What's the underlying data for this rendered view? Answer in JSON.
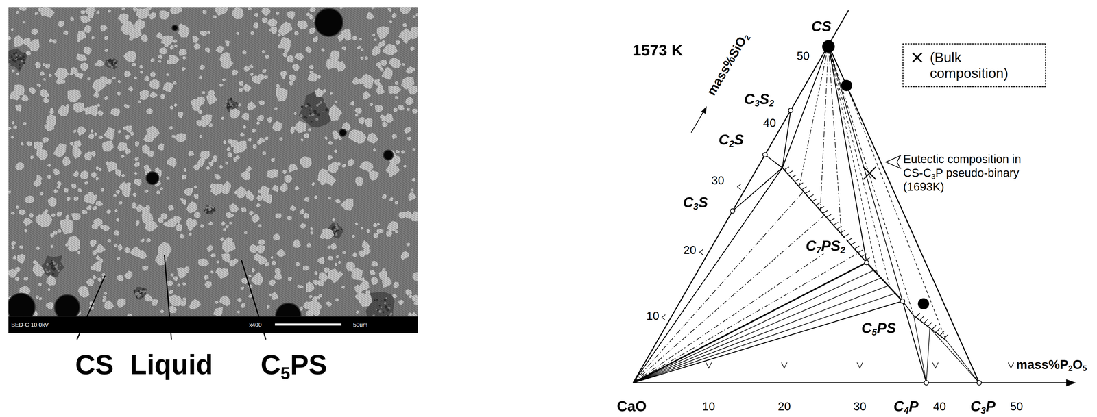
{
  "diagram": {
    "labels": [
      "BED-C 10.0kV",
      "x400",
      "50um",
      "CS",
      "Liquid",
      "C5PS",
      "1573 K",
      "mass%SiO2",
      "CS",
      "50",
      "C3S2",
      "40",
      "C2S",
      "30",
      "C3S",
      "20",
      "10",
      "C7PS2",
      "C5PS",
      "CaO",
      "10",
      "20",
      "30",
      "C4P",
      "40",
      "C3P",
      "50",
      "mass%P2O5",
      "Eutectic composition in CS-C3P pseudo-binary (1693K)"
    ],
    "legend": [
      {
        "text": "(Bulk composition)"
      }
    ]
  }
}
